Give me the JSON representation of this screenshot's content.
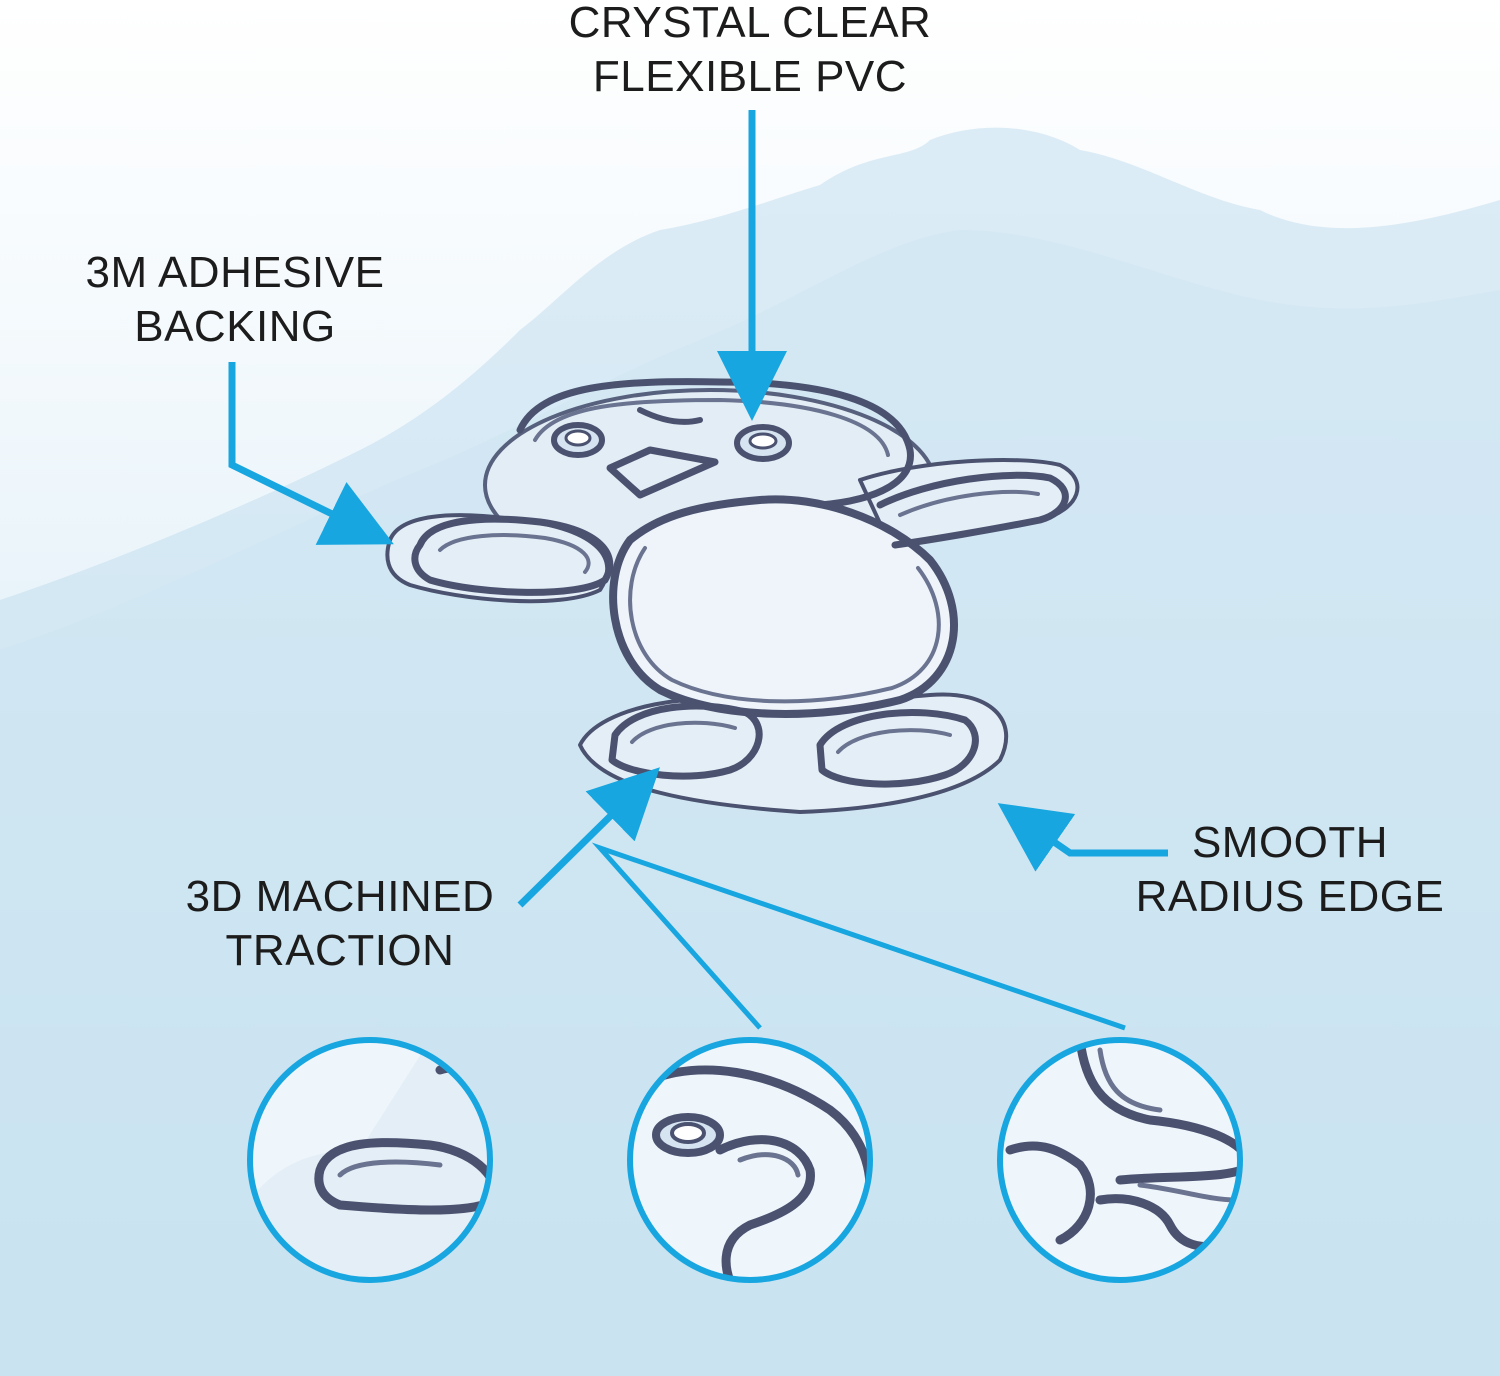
{
  "callouts": {
    "pvc": {
      "line1": "CRYSTAL CLEAR",
      "line2": "FLEXIBLE PVC"
    },
    "adhesive": {
      "line1": "3M ADHESIVE",
      "line2": "BACKING"
    },
    "traction": {
      "line1": "3D MACHINED",
      "line2": "TRACTION"
    },
    "edge": {
      "line1": "SMOOTH",
      "line2": "RADIUS EDGE"
    }
  },
  "colors": {
    "accent": "#18a6e0",
    "outline": "#4a5270",
    "pvc_fill": "#e4eef6",
    "mountain": "#c3dfee"
  },
  "images": {
    "product": "clear-pvc-penguin-traction-pad",
    "detail_1": "wing-detail-closeup",
    "detail_2": "eye-detail-closeup",
    "detail_3": "foot-detail-closeup"
  }
}
